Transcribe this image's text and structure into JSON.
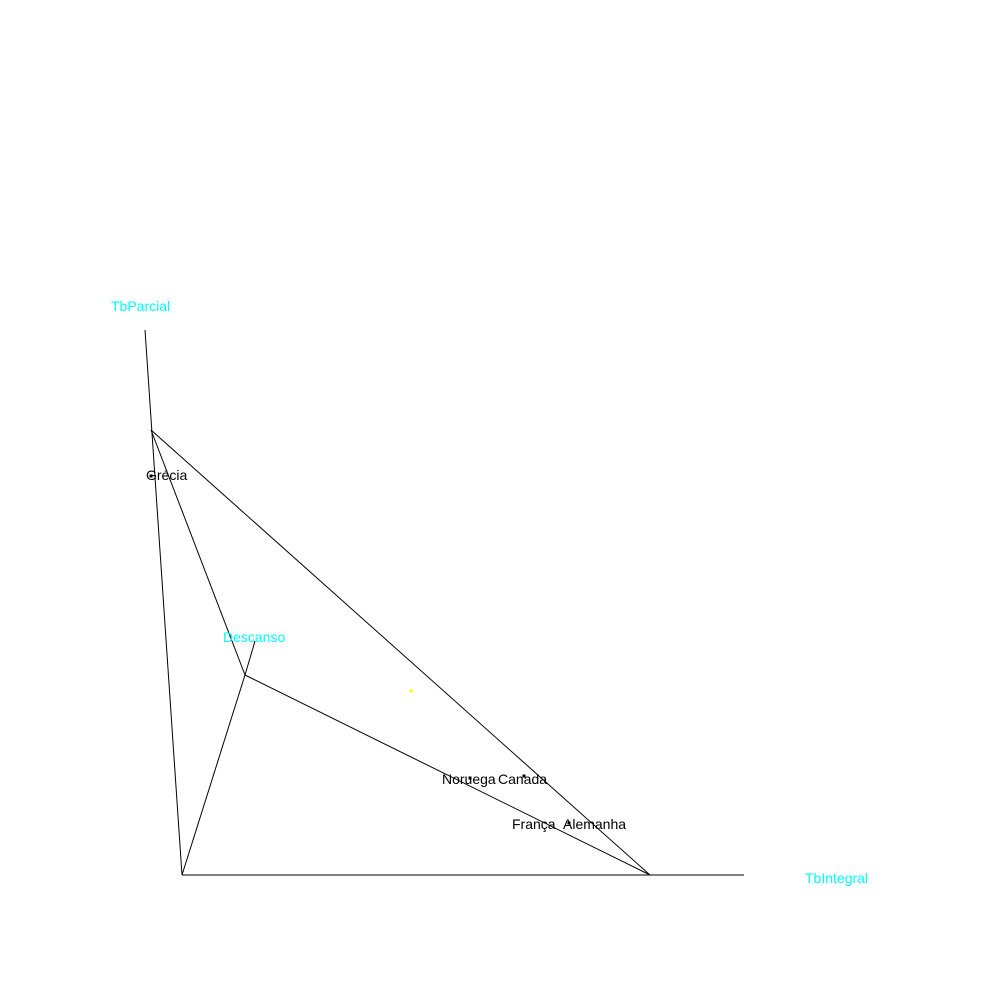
{
  "chart_data": {
    "type": "scatter",
    "title": "",
    "axes": [
      {
        "id": "tbparcial",
        "label": "TbParcial"
      },
      {
        "id": "descanso",
        "label": "Descanso"
      },
      {
        "id": "tbintegral",
        "label": "TbIntegral"
      }
    ],
    "points": [
      {
        "id": "grecia",
        "label": "Grécia"
      },
      {
        "id": "noruega",
        "label": "Noruega"
      },
      {
        "id": "canada",
        "label": "Canada"
      },
      {
        "id": "franca",
        "label": "França"
      },
      {
        "id": "alemanha",
        "label": "Alemanha"
      }
    ],
    "colors": {
      "axis_labels": "#00ffff",
      "lines": "#000000",
      "point_labels": "#000000",
      "center_point": "#ffff00",
      "background": "#ffffff"
    },
    "grid": false,
    "legend": "none"
  }
}
